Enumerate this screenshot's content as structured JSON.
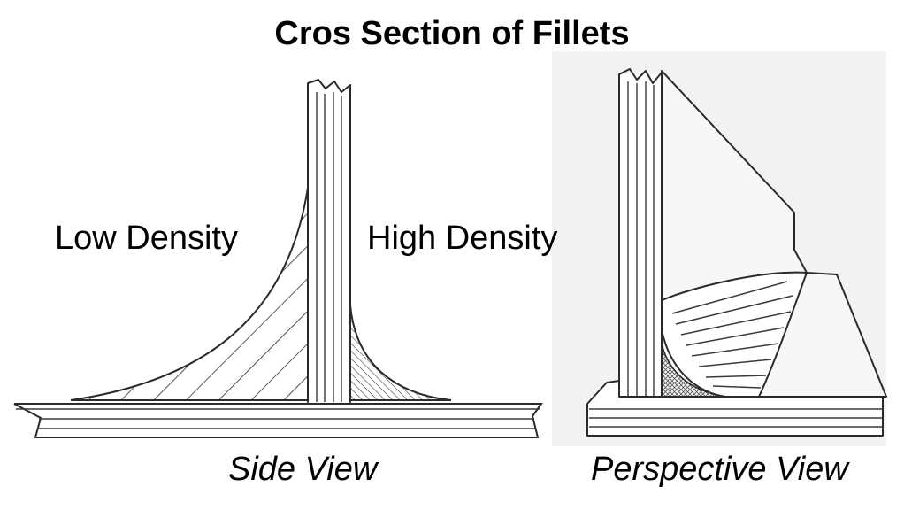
{
  "title": "Cros Section of Fillets",
  "side_view": {
    "left_label": "Low Density",
    "right_label": "High Density",
    "caption": "Side View"
  },
  "perspective_view": {
    "caption": "Perspective View"
  },
  "colors": {
    "ink": "#2a2a2a",
    "background": "#ffffff",
    "panel": "#f2f2f2"
  }
}
